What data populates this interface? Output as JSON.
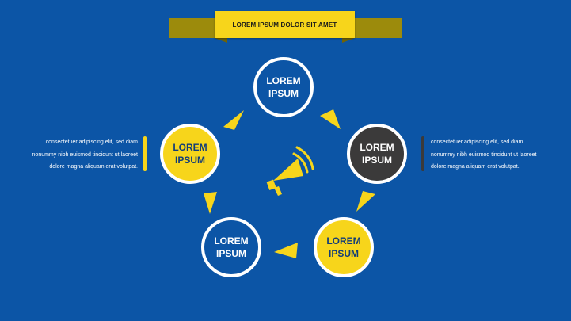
{
  "banner": {
    "title": "LOREM IPSUM DOLOR SIT AMET"
  },
  "nodes": [
    {
      "label": "LOREM\nIPSUM"
    },
    {
      "label": "LOREM\nIPSUM"
    },
    {
      "label": "LOREM\nIPSUM"
    },
    {
      "label": "LOREM\nIPSUM"
    },
    {
      "label": "LOREM\nIPSUM"
    }
  ],
  "left_text": {
    "lines": [
      "consectetuer adipiscing elit, sed diam",
      "nonummy nibh euismod tincidunt ut laoreet",
      "dolore magna aliquam erat volutpat."
    ]
  },
  "right_text": {
    "lines": [
      "consectetuer adipiscing elit, sed diam",
      "nonummy nibh euismod tincidunt ut laoreet",
      "dolore magna aliquam erat volutpat."
    ]
  },
  "colors": {
    "background": "#0c55a6",
    "accent": "#f7d51b",
    "dark": "#3b3a3a",
    "banner_shadow": "#9c8b0c"
  },
  "icons": {
    "center": "megaphone-icon"
  }
}
